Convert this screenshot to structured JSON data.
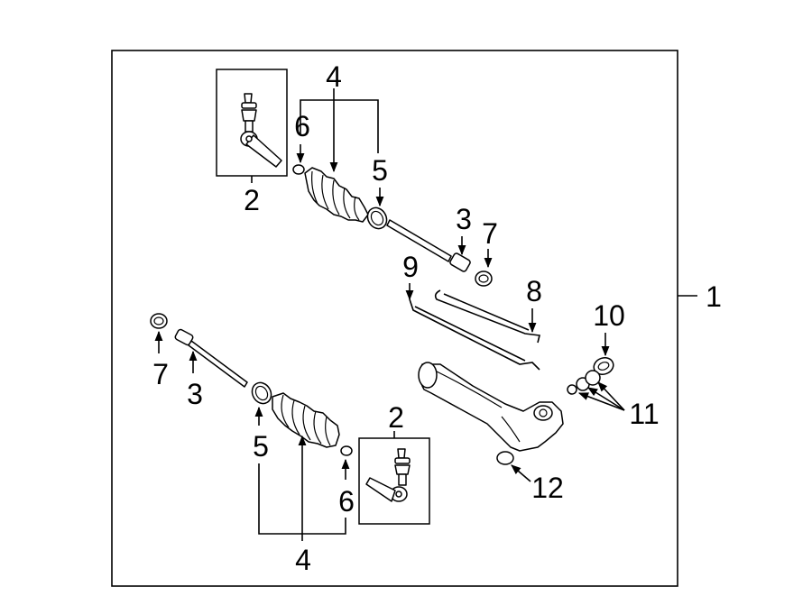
{
  "diagram": {
    "labels": {
      "l1": "1",
      "l2_top": "2",
      "l2_bottom": "2",
      "l3_top": "3",
      "l3_bottom": "3",
      "l4_top": "4",
      "l4_bottom": "4",
      "l5_top": "5",
      "l5_bottom": "5",
      "l6_top": "6",
      "l6_bottom": "6",
      "l7_top": "7",
      "l7_bottom": "7",
      "l8": "8",
      "l9": "9",
      "l10": "10",
      "l11": "11",
      "l12": "12"
    }
  }
}
